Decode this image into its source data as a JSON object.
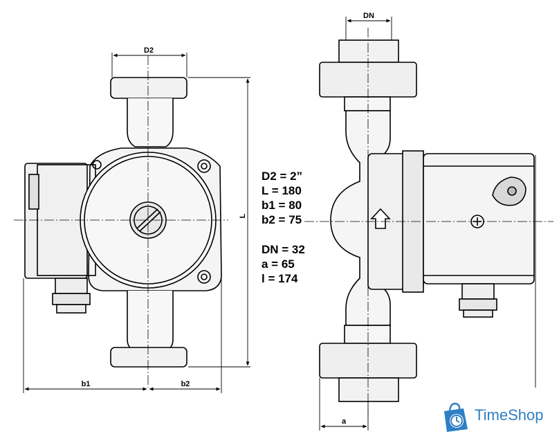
{
  "dimensions": {
    "d2": "D2",
    "l": "L",
    "b1": "b1",
    "b2": "b2",
    "dn": "DN",
    "a": "a"
  },
  "specs_group1": [
    "D2 = 2”",
    "L = 180",
    "b1 = 80",
    "b2 = 75"
  ],
  "specs_group2": [
    "DN = 32",
    "a = 65",
    "l = 174"
  ],
  "brand": {
    "name": "TimeShop",
    "color": "#2f7fc4",
    "icon": "shopping-bag-clock-icon"
  }
}
